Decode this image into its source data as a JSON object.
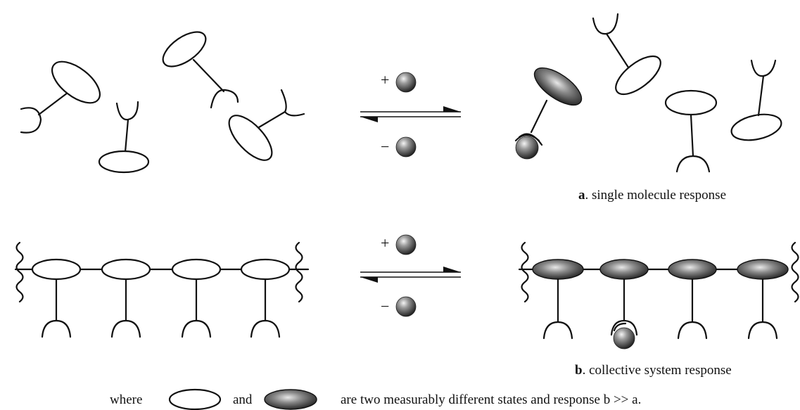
{
  "labels": {
    "panel_a_letter": "a",
    "panel_a_text": ". single molecule response",
    "panel_b_letter": "b",
    "panel_b_text": ". collective system response"
  },
  "arrows": {
    "plus": "+",
    "minus": "−"
  },
  "legend": {
    "where": "where",
    "and": "and",
    "description": "are two measurably different states and response b >> a."
  }
}
